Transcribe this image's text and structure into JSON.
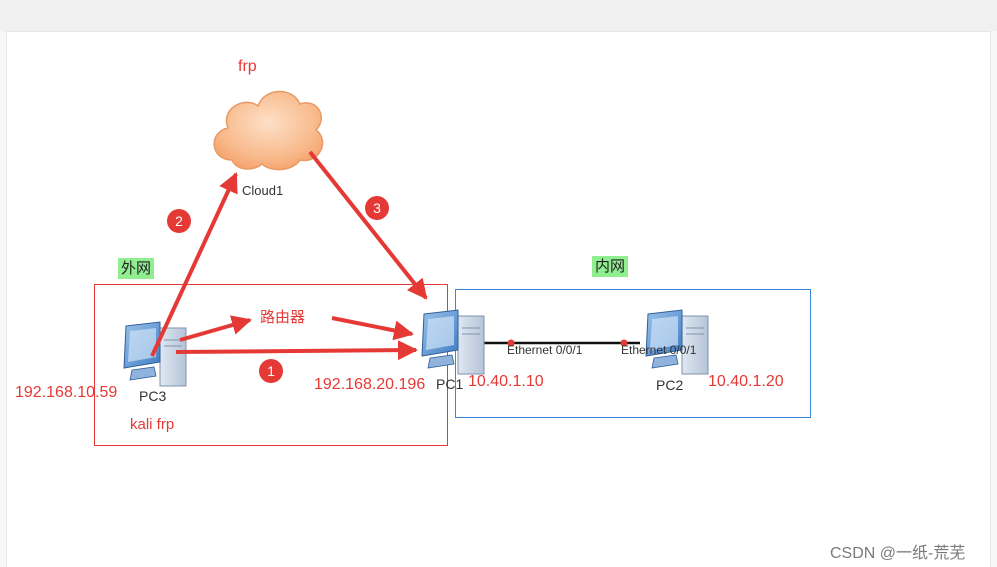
{
  "zones": {
    "external": {
      "tag": "外网"
    },
    "internal": {
      "tag": "内网"
    }
  },
  "cloud": {
    "label_above": "frp",
    "name": "Cloud1"
  },
  "pc3": {
    "name": "PC3",
    "ip": "192.168.10.59",
    "note": "kali frp"
  },
  "pc1": {
    "name": "PC1",
    "ip_external": "192.168.20.196",
    "ip_internal": "10.40.1.10"
  },
  "pc2": {
    "name": "PC2",
    "ip": "10.40.1.20"
  },
  "router": {
    "label": "路由器"
  },
  "link": {
    "port_left": "Ethernet 0/0/1",
    "port_right": "Ethernet 0/0/1"
  },
  "steps": [
    "1",
    "2",
    "3"
  ],
  "watermark": "CSDN @一纸-荒芜",
  "colors": {
    "accent_red": "#e53935",
    "zone_tag": "#90ee90",
    "inner_box": "#3a86d8",
    "cloud_fill": "#f8b98a"
  }
}
